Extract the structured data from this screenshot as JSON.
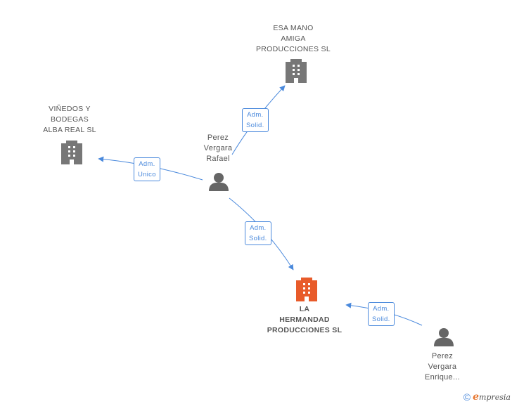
{
  "nodes": {
    "esa_mano": {
      "label_lines": [
        "ESA MANO",
        "AMIGA",
        "PRODUCCIONES SL"
      ],
      "type": "company",
      "color": "#777777"
    },
    "vinedos": {
      "label_lines": [
        "VIÑEDOS Y",
        "BODEGAS",
        "ALBA REAL SL"
      ],
      "type": "company",
      "color": "#777777"
    },
    "la_hermandad": {
      "label_lines": [
        "LA",
        "HERMANDAD",
        "PRODUCCIONES SL"
      ],
      "type": "company",
      "color": "#e85b2a"
    },
    "rafael": {
      "label_lines": [
        "Perez",
        "Vergara",
        "Rafael"
      ],
      "type": "person",
      "color": "#666666"
    },
    "enrique": {
      "label_lines": [
        "Perez",
        "Vergara",
        "Enrique..."
      ],
      "type": "person",
      "color": "#666666"
    }
  },
  "edges": {
    "rafael_esa": {
      "label_lines": [
        "Adm.",
        "Solid."
      ]
    },
    "rafael_vinedos": {
      "label_lines": [
        "Adm.",
        "Unico"
      ]
    },
    "rafael_hermandad": {
      "label_lines": [
        "Adm.",
        "Solid."
      ]
    },
    "enrique_hermandad": {
      "label_lines": [
        "Adm.",
        "Solid."
      ]
    }
  },
  "colors": {
    "edge": "#4a89dc",
    "company": "#777777",
    "highlight": "#e85b2a",
    "person": "#666666"
  },
  "footer": {
    "copyright": "©",
    "brand_initial": "e",
    "brand_rest": "mpresia"
  }
}
